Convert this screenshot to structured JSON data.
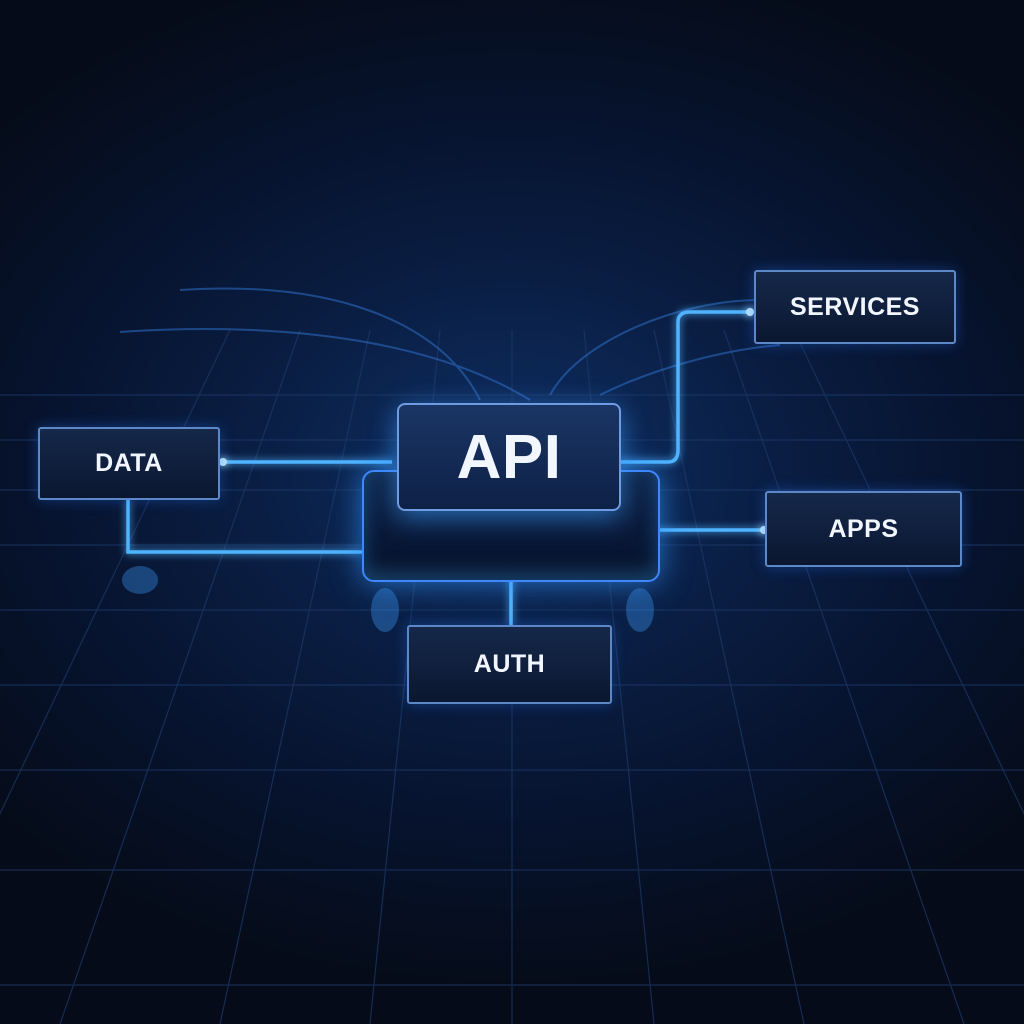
{
  "nodes": {
    "center": "API",
    "data": "DATA",
    "services": "SERVICES",
    "apps": "APPS",
    "auth": "AUTH"
  },
  "colors": {
    "glow": "#3fa9ff",
    "background": "#071430",
    "box_border": "#5d88c8"
  }
}
